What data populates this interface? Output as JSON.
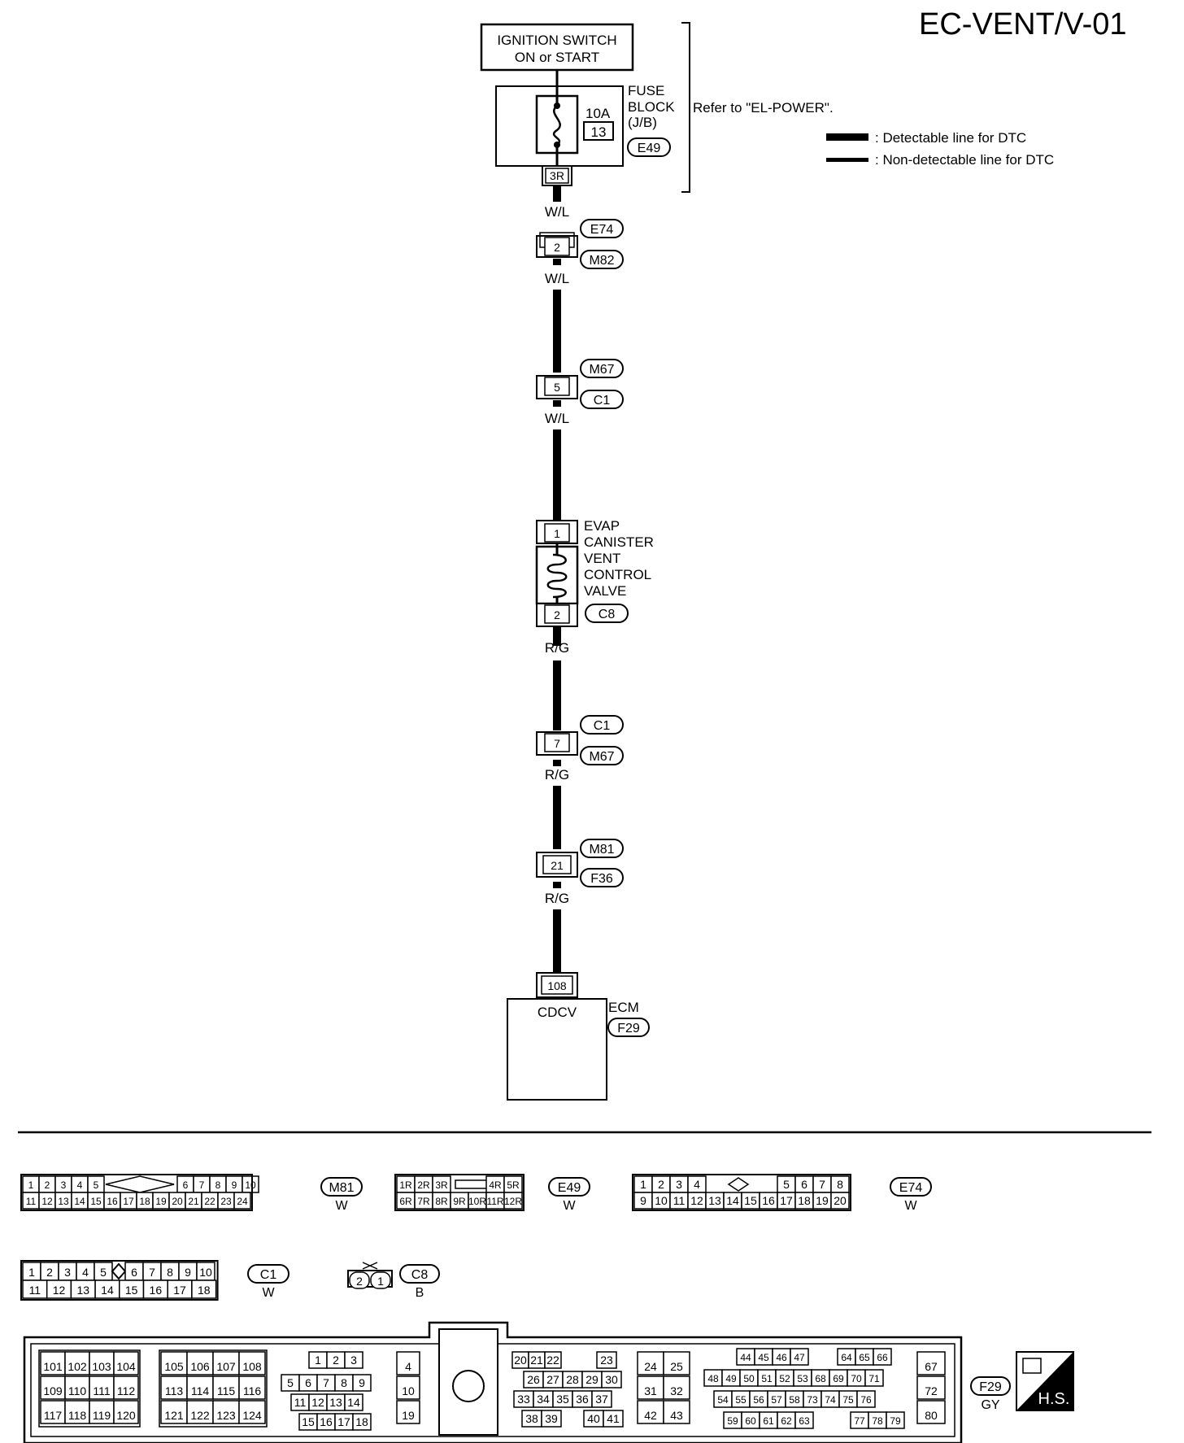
{
  "page_title": "EC-VENT/V-01",
  "legend": {
    "detectable": ": Detectable line for DTC",
    "non_detectable": ": Non-detectable line for DTC"
  },
  "ignition": {
    "line1": "IGNITION SWITCH",
    "line2": "ON or START"
  },
  "fuse": {
    "amp": "10A",
    "number": "13",
    "block_line1": "FUSE",
    "block_line2": "BLOCK",
    "block_line3": "(J/B)",
    "connector": "E49",
    "terminal": "3R",
    "refer": "Refer to \"EL-POWER\"."
  },
  "wires": {
    "w1": "W/L",
    "w2": "W/L",
    "w3": "W/L",
    "w4": "R/G",
    "w5": "R/G",
    "w6": "R/G"
  },
  "joint1": {
    "pin": "2",
    "top": "E74",
    "bottom": "M82"
  },
  "joint2": {
    "pin": "5",
    "top": "M67",
    "bottom": "C1"
  },
  "valve": {
    "pin_top": "1",
    "pin_bottom": "2",
    "line1": "EVAP",
    "line2": "CANISTER",
    "line3": "VENT",
    "line4": "CONTROL",
    "line5": "VALVE",
    "connector": "C8"
  },
  "joint3": {
    "pin": "7",
    "top": "C1",
    "bottom": "M67"
  },
  "joint4": {
    "pin": "21",
    "top": "M81",
    "bottom": "F36"
  },
  "ecm": {
    "pin": "108",
    "signal": "CDCV",
    "name": "ECM",
    "connector": "F29"
  },
  "conn_m81": {
    "id": "M81",
    "color": "W",
    "row1": [
      "1",
      "2",
      "3",
      "4",
      "5",
      "6",
      "7",
      "8",
      "9",
      "10"
    ],
    "row2": [
      "11",
      "12",
      "13",
      "14",
      "15",
      "16",
      "17",
      "18",
      "19",
      "20",
      "21",
      "22",
      "23",
      "24"
    ]
  },
  "conn_e49": {
    "id": "E49",
    "color": "W",
    "row1a": [
      "1R",
      "2R",
      "3R"
    ],
    "row1b": [
      "4R",
      "5R"
    ],
    "row2": [
      "6R",
      "7R",
      "8R",
      "9R",
      "10R",
      "11R",
      "12R"
    ]
  },
  "conn_e74": {
    "id": "E74",
    "color": "W",
    "row1a": [
      "1",
      "2",
      "3",
      "4"
    ],
    "row1b": [
      "5",
      "6",
      "7",
      "8"
    ],
    "row2": [
      "9",
      "10",
      "11",
      "12",
      "13",
      "14",
      "15",
      "16",
      "17",
      "18",
      "19",
      "20"
    ]
  },
  "conn_c1": {
    "id": "C1",
    "color": "W",
    "row1a": [
      "1",
      "2",
      "3",
      "4",
      "5"
    ],
    "row1b": [
      "6",
      "7",
      "8",
      "9",
      "10"
    ],
    "row2": [
      "11",
      "12",
      "13",
      "14",
      "15",
      "16",
      "17",
      "18"
    ]
  },
  "conn_c8": {
    "id": "C8",
    "color": "B",
    "pins": [
      "2",
      "1"
    ]
  },
  "conn_f29": {
    "id": "F29",
    "color": "GY",
    "hs": "H.S.",
    "g1": [
      [
        "101",
        "102",
        "103",
        "104"
      ],
      [
        "109",
        "110",
        "111",
        "112"
      ],
      [
        "117",
        "118",
        "119",
        "120"
      ]
    ],
    "g2": [
      [
        "105",
        "106",
        "107",
        "108"
      ],
      [
        "113",
        "114",
        "115",
        "116"
      ],
      [
        "121",
        "122",
        "123",
        "124"
      ]
    ],
    "g3": [
      [
        "1",
        "2",
        "3"
      ],
      [
        "5",
        "6",
        "7",
        "8",
        "9"
      ],
      [
        "11",
        "12",
        "13",
        "14"
      ],
      [
        "15",
        "16",
        "17",
        "18"
      ]
    ],
    "g4": [
      "4",
      "10",
      "19"
    ],
    "g5": [
      [
        "20",
        "21",
        "22",
        "23"
      ],
      [
        "26",
        "27",
        "28",
        "29",
        "30"
      ],
      [
        "33",
        "34",
        "35",
        "36",
        "37"
      ],
      [
        "38",
        "39",
        "40",
        "41"
      ]
    ],
    "g6": [
      [
        "24",
        "25"
      ],
      [
        "31",
        "32"
      ],
      [
        "42",
        "43"
      ]
    ],
    "g7": [
      [
        "44",
        "45",
        "46",
        "47",
        "64",
        "65",
        "66"
      ],
      [
        "48",
        "49",
        "50",
        "51",
        "52",
        "53",
        "68",
        "69",
        "70",
        "71"
      ],
      [
        "54",
        "55",
        "56",
        "57",
        "58",
        "73",
        "74",
        "75",
        "76"
      ],
      [
        "59",
        "60",
        "61",
        "62",
        "63",
        "77",
        "78",
        "79"
      ]
    ],
    "g8": [
      "67",
      "72",
      "80"
    ]
  }
}
